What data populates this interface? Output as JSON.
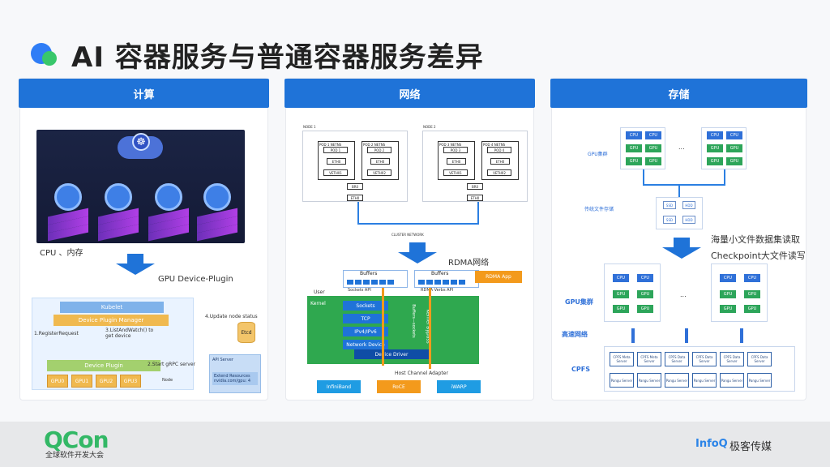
{
  "title": "AI 容器服务与普通容器服务差异",
  "panels": {
    "compute": {
      "header": "计算",
      "cpu_mem": "CPU 、内存",
      "device_plugin_label": "GPU Device-Plugin",
      "kubelet": "Kubelet",
      "device_plugin_manager": "Device Plugin Manager",
      "device_plugin": "Device Plugin",
      "register": "1.RegisterRequest",
      "list_watch": "3.ListAndWatch() to get device",
      "start_grpc": "2.Start gRPC server",
      "update_node": "4.Update node status",
      "etcd": "Etcd",
      "node": "Node",
      "gpu": [
        "GPU0",
        "GPU1",
        "GPU2",
        "GPU3"
      ],
      "api_server": "API Server",
      "extend_resources": "Extend Resources nvidia.com/gpu: 4"
    },
    "network": {
      "header": "网络",
      "rdma_label": "RDMA网络",
      "rdma_app": "RDMA App",
      "buffers_left": "Buffers",
      "buffers_right": "Buffers",
      "sockets_api": "Sockets API",
      "rdma_verbs_api": "RDMA Verbs API",
      "user": "User",
      "kernel": "Kernel",
      "sockets": "Sockets",
      "tcp": "TCP",
      "ipv4_ipv6": "IPv4/IPv6",
      "network_device": "Network Device",
      "device_driver": "Device Driver",
      "host_channel_adapter": "Host Channel Adapter",
      "infiniband": "InfiniBand",
      "roce": "RoCE",
      "iwarp": "iWARP",
      "kernel_bypass": "Kernel Bypass",
      "buffers_sockets": "Buffers—sockets",
      "cluster_network": "CLUSTER NETWORK",
      "node1": "NODE 1",
      "node2": "NODE 2",
      "pods": [
        "POD 1 NETNS",
        "POD 2 NETNS",
        "POD 3 NETNS",
        "POD 4 NETNS"
      ],
      "pod_names": [
        "POD 1",
        "POD 2",
        "POD 3",
        "POD 4"
      ],
      "eth": "ETH0",
      "veth": [
        "VETH01",
        "VETH02",
        "VETH01",
        "VETH02"
      ],
      "br": "BR0"
    },
    "storage": {
      "header": "存储",
      "gpu_cluster_top": "GPU集群",
      "cache_storage": "传统文件存储",
      "massive_small": "海量小文件数据集读取",
      "checkpoint": "Checkpoint大文件读写",
      "gpu_cluster": "GPU集群",
      "high_speed": "高速网络",
      "cpfs": "CPFS",
      "cpu": "CPU",
      "gpu": "GPU",
      "ellipsis": "...",
      "ssd": "SSD",
      "hdd": "HDD",
      "cpfs_meta": "CPFS Meta Server",
      "cpfs_data": "CPFS Data Server",
      "pangu": "Pangu Server"
    }
  },
  "footer": {
    "qcon": "QCon",
    "qcon_sub": "全球软件开发大会",
    "infoq": "InfoQ",
    "infoq_sub": "极客传媒"
  }
}
